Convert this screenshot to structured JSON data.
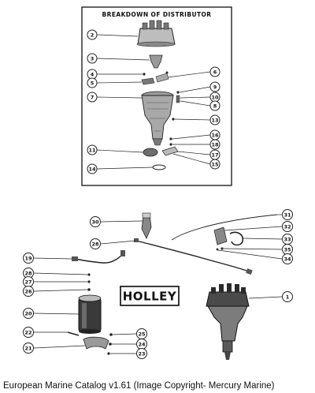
{
  "title": "BREAKDOWN OF DISTRIBUTOR",
  "brand_label": "HOLLEY",
  "caption": "European Marine Catalog v1.61 (Image Copyright- Mercury Marine)",
  "callouts": {
    "c1": "1",
    "c2": "2",
    "c3": "3",
    "c4": "4",
    "c5": "5",
    "c6": "6",
    "c7": "7",
    "c8": "8",
    "c9": "9",
    "c10": "10",
    "c11": "11",
    "c13": "13",
    "c14": "14",
    "c15": "15",
    "c16": "16",
    "c17": "17",
    "c18": "18",
    "c19": "19",
    "c20": "20",
    "c21": "21",
    "c22": "22",
    "c23": "23",
    "c24": "24",
    "c25": "25",
    "c26": "26",
    "c27": "27",
    "c28a": "28",
    "c28b": "28",
    "c30": "30",
    "c31": "31",
    "c32": "32",
    "c33": "33",
    "c34": "34",
    "c35": "35"
  }
}
